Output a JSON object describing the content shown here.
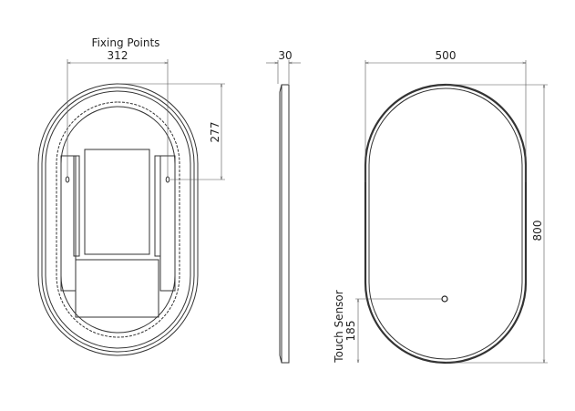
{
  "front_view": {
    "label": "Fixing Points",
    "fixing_width": "312",
    "fixing_height": "277"
  },
  "side_view": {
    "depth": "30"
  },
  "rear_view": {
    "width": "500",
    "height": "800",
    "sensor_label": "Touch Sensor",
    "sensor_height": "185"
  }
}
